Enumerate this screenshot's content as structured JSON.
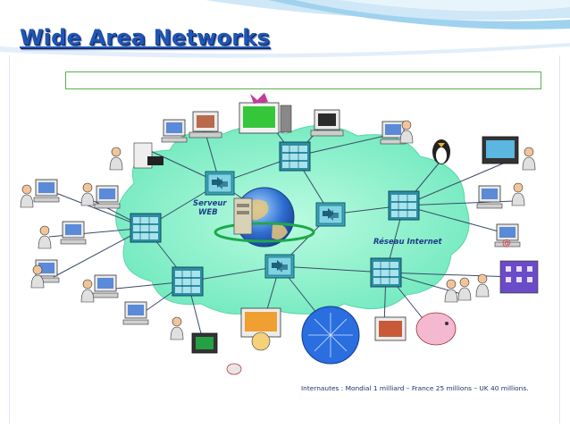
{
  "slide": {
    "title": "Wide Area Networks",
    "caption": "Internautes : Mondial 1 milliard – France 25 millions – UK 40 millions."
  },
  "diagram": {
    "server_label_line1": "Serveur",
    "server_label_line2": "WEB",
    "internet_label": "Réseau Internet"
  },
  "colors": {
    "title": "#1f55b5",
    "cloud": "#7ff0c4",
    "textbox_border": "#57b24a",
    "link_line": "#3a4a6a",
    "switch_box": "#2a93a8"
  }
}
